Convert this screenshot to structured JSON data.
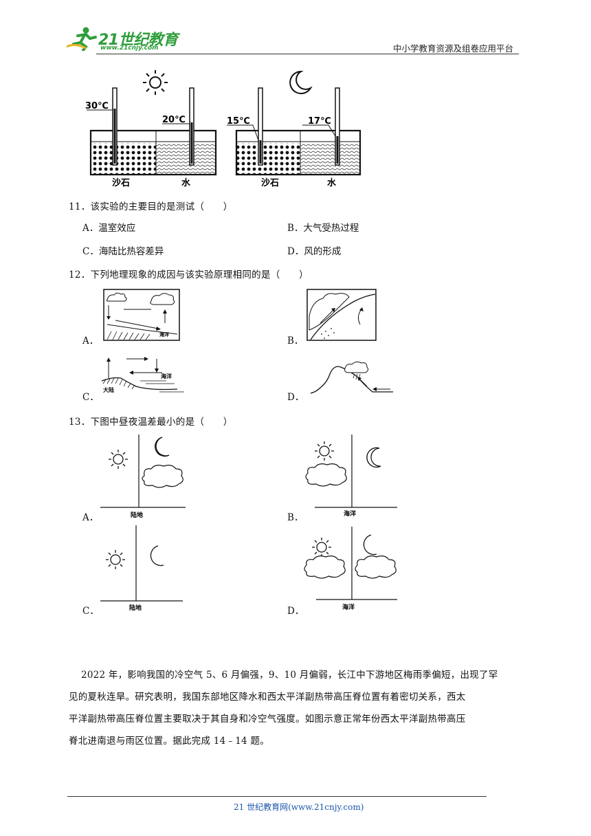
{
  "header": {
    "logo_main": "21世纪教育",
    "logo_url": "www.21cnjy.com",
    "right_text": "中小学教育资源及组卷应用平台"
  },
  "experiment": {
    "left": {
      "sand_temp": "30℃",
      "water_temp": "20℃",
      "sand_label": "沙石",
      "water_label": "水"
    },
    "right": {
      "sand_temp": "15℃",
      "water_temp": "17℃",
      "sand_label": "沙石",
      "water_label": "水"
    }
  },
  "q11": {
    "stem": "11．该实验的主要目的是测试（　　）",
    "options": [
      "A．温室效应",
      "B．大气受热过程",
      "C．海陆比热容差异",
      "D．风的形成"
    ]
  },
  "q12": {
    "stem": "12．下列地理现象的成因与该实验原理相同的是（　　）",
    "options": [
      "A．",
      "B．",
      "C．",
      "D．"
    ],
    "fig_a_label": "海洋",
    "fig_c_ocean": "海洋",
    "fig_c_land": "大陆"
  },
  "q13": {
    "stem": "13．下图中昼夜温差最小的是（　　）",
    "options": [
      "A．",
      "B．",
      "C．",
      "D．"
    ],
    "fig_labels": [
      "陆地",
      "海洋",
      "陆地",
      "海洋"
    ]
  },
  "passage": {
    "lines": [
      "2022 年，影响我国的冷空气 5、6 月偏强，9、10 月偏弱，长江中下游地区梅雨季偏短，出现了罕",
      "见的夏秋连旱。研究表明，我国东部地区降水和西太平洋副热带高压脊位置有着密切关系，西太",
      "平洋副热带高压脊位置主要取决于其自身和冷空气强度。如图示意正常年份西太平洋副热带高压",
      "脊北进南退与雨区位置。据此完成 14﹣14 题。"
    ]
  },
  "footer": {
    "text": "21 世纪教育网(www.21cnjy.com)"
  }
}
